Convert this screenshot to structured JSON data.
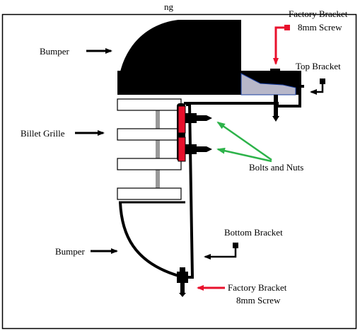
{
  "labels": {
    "bumper_top": "Bumper",
    "billet_grille": "Billet Grille",
    "bumper_bottom": "Bumper",
    "top_bracket": "Top Bracket",
    "bottom_bracket": "Bottom Bracket",
    "bolts_and_nuts": "Bolts and Nuts",
    "factory_bracket_top_line1": "Factory Bracket",
    "factory_bracket_top_line2": "8mm Screw",
    "factory_bracket_bottom_line1": "Factory Bracket",
    "factory_bracket_bottom_line2": "8mm Screw",
    "partial_title": "ng"
  },
  "colors": {
    "bumper": "#000000",
    "factory_bracket": "#b7b7c9",
    "bolt_head": "#e8102c",
    "red_arrow": "#e8102c",
    "green_arrow": "#2db34a",
    "grille_bar": "#ffffff",
    "grille_post": "#999999"
  }
}
